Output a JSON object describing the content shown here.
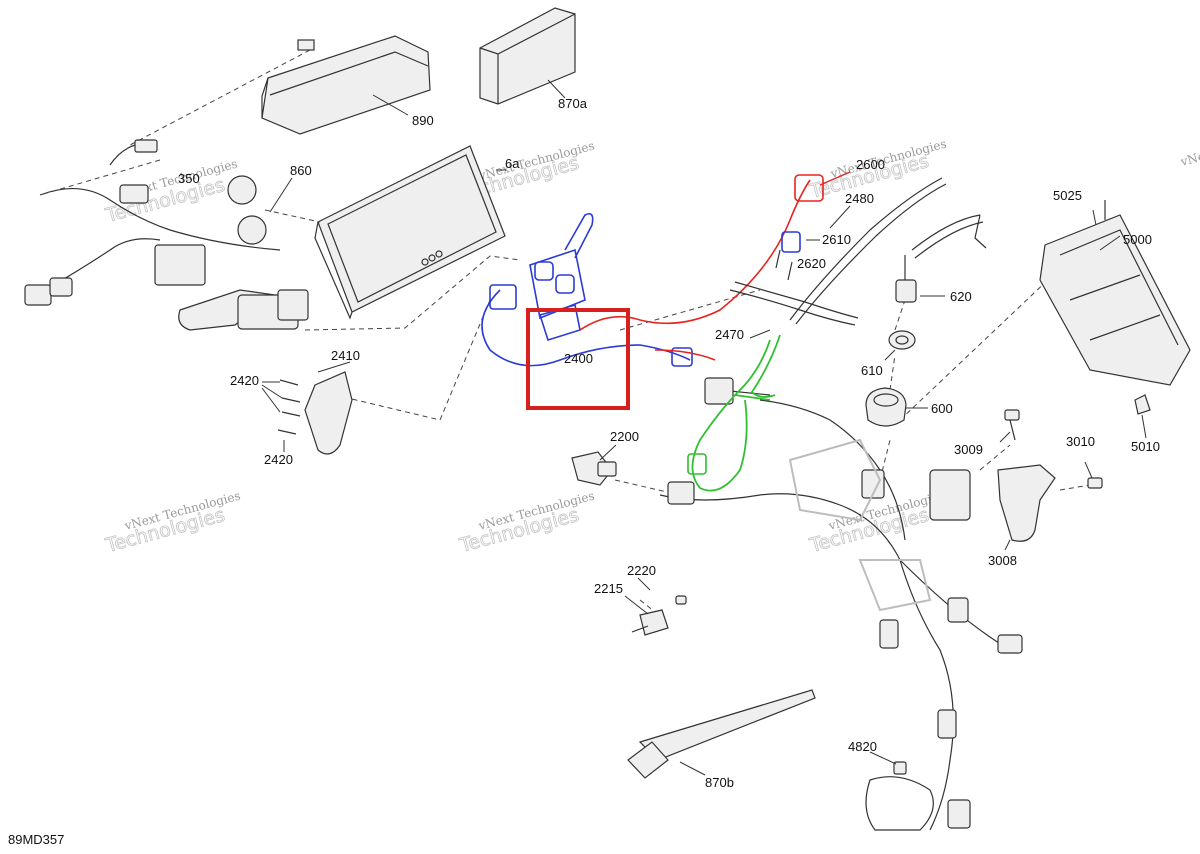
{
  "diagram": {
    "code": "89MD357",
    "watermark": {
      "line1": "vNext Technologies",
      "line2": "Technologies"
    },
    "highlight_color": "#d62020",
    "color_blue": "#2a3bd6",
    "color_red": "#e8231f",
    "color_green": "#2fbf2f",
    "labels": {
      "p890": "890",
      "p870a": "870a",
      "p860": "860",
      "p350": "350",
      "p6a": "6a",
      "p2600": "2600",
      "p2480": "2480",
      "p2610": "2610",
      "p2620": "2620",
      "p5025": "5025",
      "p5000": "5000",
      "p620": "620",
      "p610": "610",
      "p2470": "2470",
      "p2410": "2410",
      "p2420a": "2420",
      "p2420b": "2420",
      "p2400": "2400",
      "p600": "600",
      "p5010": "5010",
      "p3009": "3009",
      "p3010": "3010",
      "p2200": "2200",
      "p3008": "3008",
      "p2220": "2220",
      "p2215": "2215",
      "p4820": "4820",
      "p870b": "870b"
    }
  }
}
